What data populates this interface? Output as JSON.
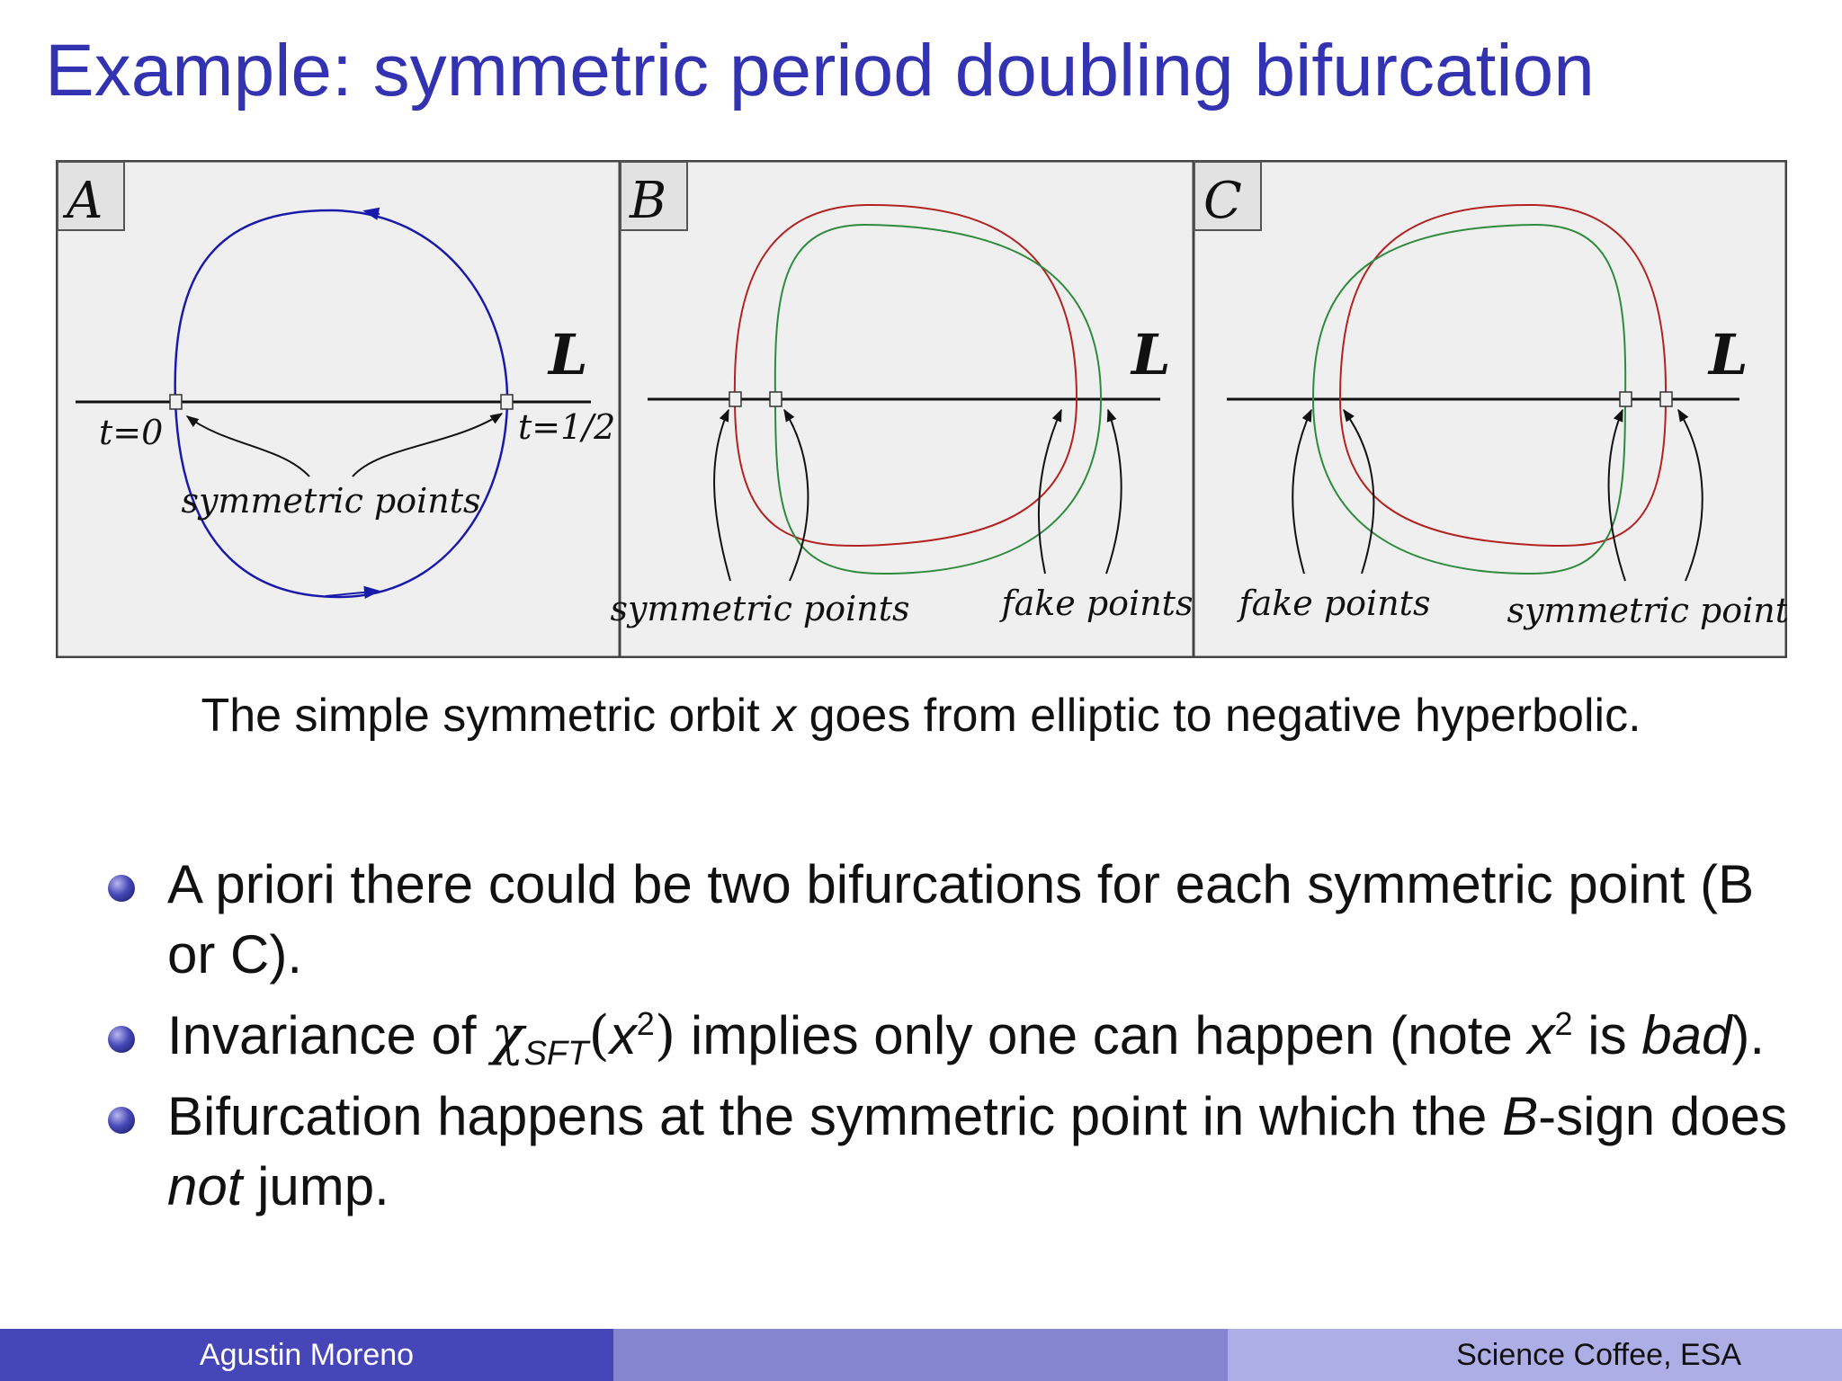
{
  "slide": {
    "title": "Example: symmetric period doubling bifurcation",
    "caption": {
      "pre": "The simple symmetric orbit ",
      "var": "x",
      "post": " goes from elliptic to negative hyperbolic."
    }
  },
  "figure": {
    "panels": [
      {
        "letter": "A",
        "line_label": "L",
        "start_label": "t=0",
        "half_label": "t=1/2",
        "points_label": "symmetric points"
      },
      {
        "letter": "B",
        "line_label": "L",
        "left_label": "symmetric points",
        "right_label": "fake points"
      },
      {
        "letter": "C",
        "line_label": "L",
        "left_label": "fake points",
        "right_label": "symmetric points"
      }
    ],
    "colors": {
      "orbit": "#1a1aaa",
      "red_orbit": "#b22222",
      "green_orbit": "#2e8b3e",
      "panel_bg": "#efefef"
    }
  },
  "bullets": [
    {
      "text": "A priori there could be two bifurcations for each symmetric point (B or C)."
    },
    {
      "p1": "Invariance of ",
      "chi": "χ",
      "sub": "SFT",
      "open": "(",
      "var": "x",
      "exp": "2",
      "close": ")",
      "p2": " implies only one can happen (note ",
      "var2": "x",
      "exp2": "2",
      "p3": " is ",
      "em": "bad",
      "p4": ")."
    },
    {
      "p1": "Bifurcation happens at the symmetric point in which the ",
      "em": "B",
      "p2": "-sign does ",
      "em2": "not",
      "p3": " jump."
    }
  ],
  "footer": {
    "author": "Agustin Moreno",
    "event": "Science Coffee, ESA"
  }
}
